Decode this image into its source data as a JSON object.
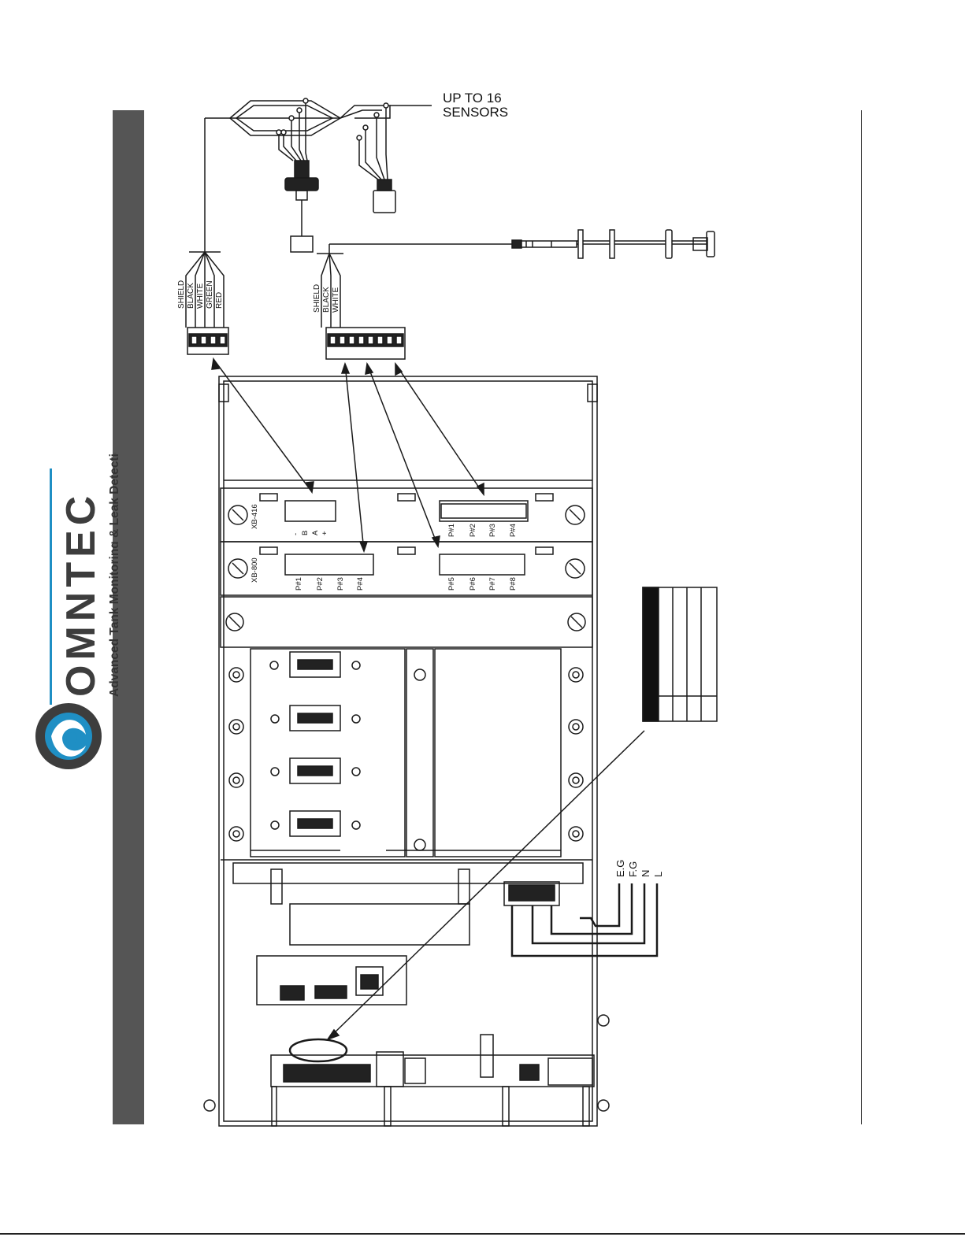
{
  "brand": {
    "name": "OMNTEC",
    "tagline": "Advanced Tank Monitoring & Leak Detection"
  },
  "sensor_note": {
    "line1": "UP TO 16",
    "line2": "SENSORS"
  },
  "connector_416_wires": [
    "SHIELD",
    "BLACK",
    "WHITE",
    "GREEN",
    "RED"
  ],
  "connector_800_wires": [
    "SHIELD",
    "BLACK",
    "WHITE"
  ],
  "board_xb416": {
    "name": "XB-416",
    "pins_left": [
      "-",
      "B",
      "A",
      "+"
    ],
    "pins_right": [
      "P#1",
      "P#2",
      "P#3",
      "P#4"
    ]
  },
  "board_xb800": {
    "name": "XB-800",
    "pins_left": [
      "P#1",
      "P#2",
      "P#3",
      "P#4"
    ],
    "pins_right": [
      "P#5",
      "P#6",
      "P#7",
      "P#8"
    ]
  },
  "power_terminals": [
    "E.G",
    "F.G",
    "N",
    "L"
  ],
  "colors": {
    "band": "#555555",
    "brand_dark": "#3d3d3d",
    "brand_blue": "#1f8fc4",
    "line": "#1a1a1a"
  }
}
